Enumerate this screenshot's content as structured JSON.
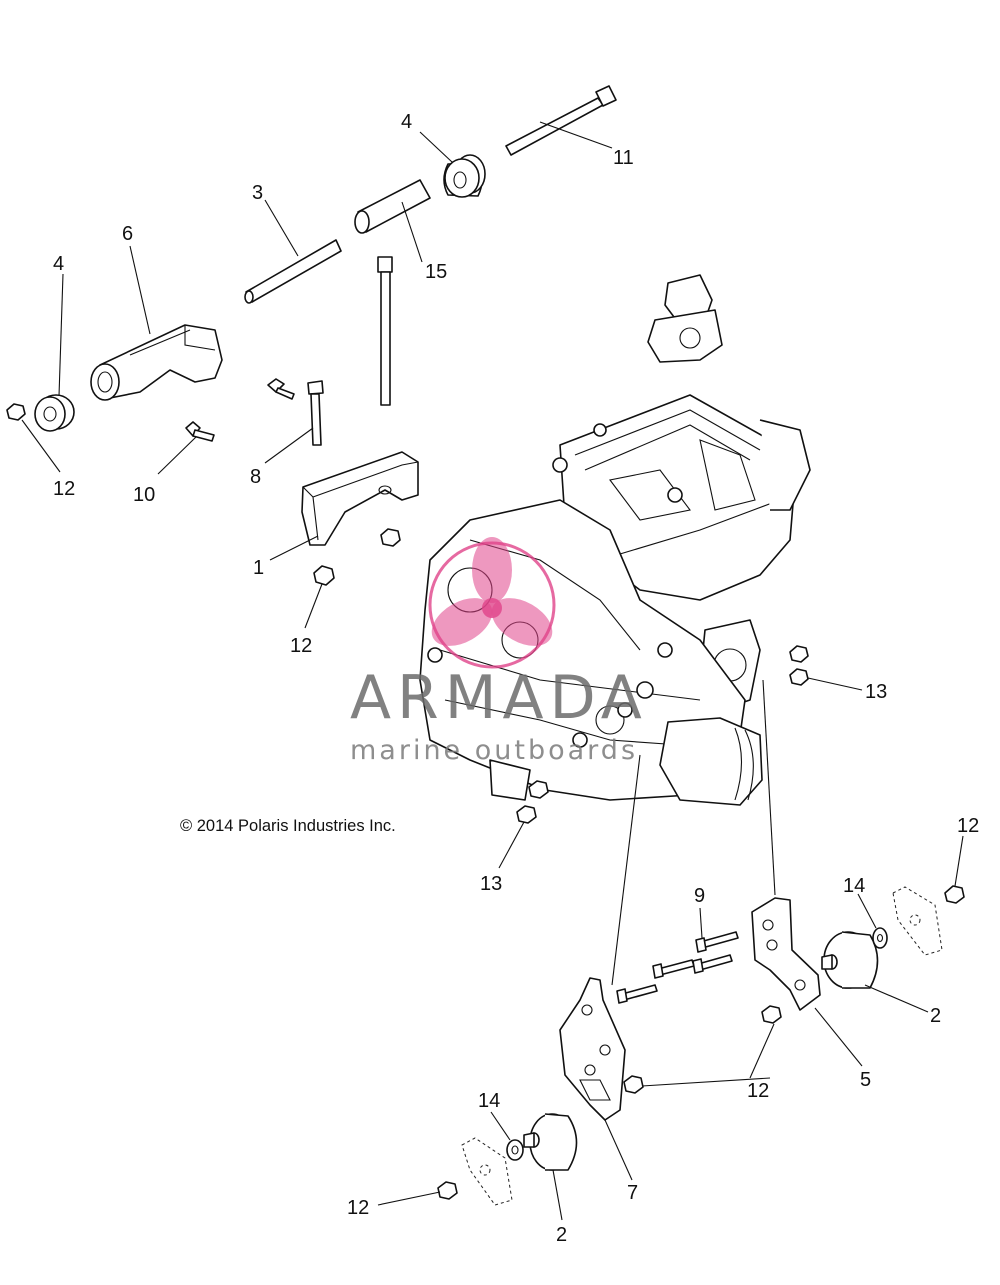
{
  "copyright": "© 2014 Polaris Industries Inc.",
  "watermark": {
    "brand": "ARMADA",
    "tagline": "marine outboards",
    "accent_color": "#e0448a",
    "text_color": "#6b6b6b"
  },
  "callouts": [
    {
      "id": "c4a",
      "text": "4"
    },
    {
      "id": "c11",
      "text": "11"
    },
    {
      "id": "c3",
      "text": "3"
    },
    {
      "id": "c15",
      "text": "15"
    },
    {
      "id": "c6",
      "text": "6"
    },
    {
      "id": "c4b",
      "text": "4"
    },
    {
      "id": "c12a",
      "text": "12"
    },
    {
      "id": "c10",
      "text": "10"
    },
    {
      "id": "c8",
      "text": "8"
    },
    {
      "id": "c1",
      "text": "1"
    },
    {
      "id": "c12b",
      "text": "12"
    },
    {
      "id": "c13a",
      "text": "13"
    },
    {
      "id": "c13b",
      "text": "13"
    },
    {
      "id": "c12c",
      "text": "12"
    },
    {
      "id": "c9",
      "text": "9"
    },
    {
      "id": "c14a",
      "text": "14"
    },
    {
      "id": "c2a",
      "text": "2"
    },
    {
      "id": "c5",
      "text": "5"
    },
    {
      "id": "c12d",
      "text": "12"
    },
    {
      "id": "c14b",
      "text": "14"
    },
    {
      "id": "c7",
      "text": "7"
    },
    {
      "id": "c12e",
      "text": "12"
    },
    {
      "id": "c2b",
      "text": "2"
    }
  ]
}
